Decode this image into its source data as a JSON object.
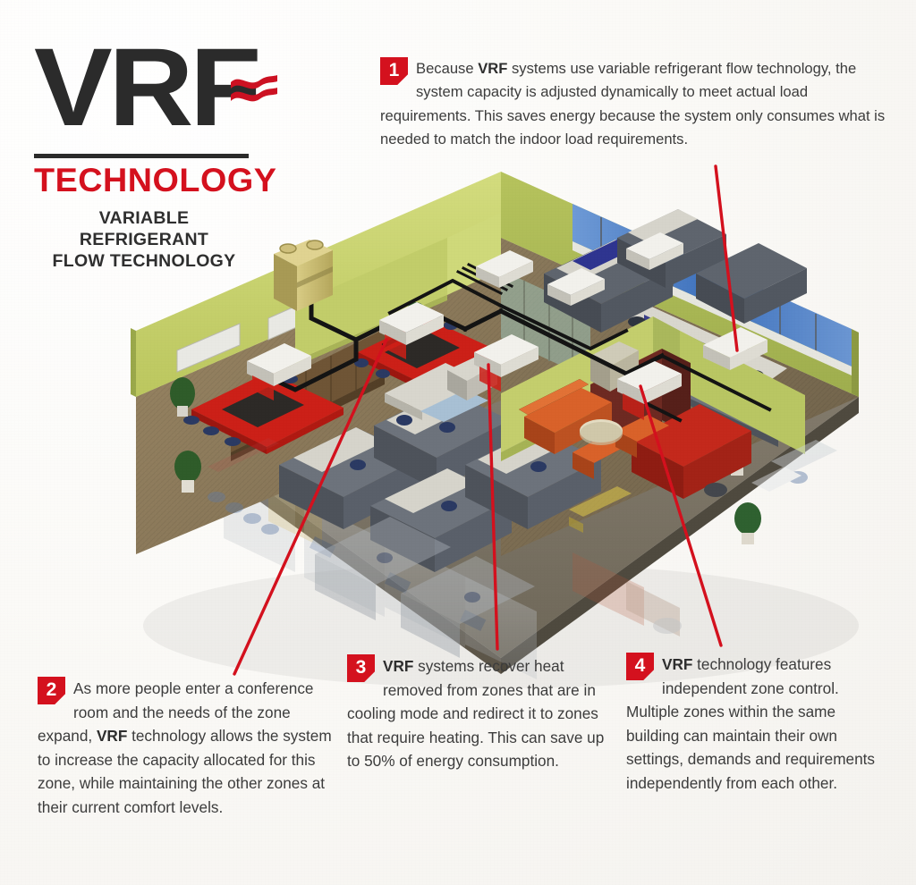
{
  "document": {
    "type": "infographic",
    "title": "VRF Technology",
    "background_color": "#fbfaf8"
  },
  "logo": {
    "wordmark": "VRF",
    "wave_icon": "flow-waves-icon",
    "technology_label": "TECHNOLOGY",
    "subtitle_line1": "VARIABLE REFRIGERANT",
    "subtitle_line2": "FLOW TECHNOLOGY",
    "colors": {
      "wordmark": "#2b2b2b",
      "technology": "#d4111e",
      "subtitle": "#2f2f2f",
      "wave": "#cc1122"
    }
  },
  "callouts": [
    {
      "number": "1",
      "text": "Because VRF systems use variable refrigerant flow technology, the system capacity is adjusted dynamically to meet actual load requirements. This saves energy because the system only consumes what is needed to match the indoor load requirements.",
      "bold_terms": [
        "VRF"
      ],
      "position": "top-right",
      "leader_target": "indoor-unit-open-office-right"
    },
    {
      "number": "2",
      "text": "As more people enter a conference room and the needs of the zone expand, VRF technology allows the system to increase the capacity allocated for this zone, while maintaining the other zones at their current comfort levels.",
      "bold_terms": [
        "VRF"
      ],
      "position": "bottom-left",
      "leader_target": "indoor-unit-conference-room-center"
    },
    {
      "number": "3",
      "text": "VRF systems recover heat removed from zones that are in cooling mode and redirect it to zones that require heating. This can save up to 50% of energy consumption.",
      "bold_terms": [
        "VRF"
      ],
      "position": "bottom-center",
      "leader_target": "indoor-unit-corridor"
    },
    {
      "number": "4",
      "text": "VRF technology features independent zone control. Multiple zones within the same building can maintain their own settings, demands and requirements independently from each other.",
      "bold_terms": [
        "VRF"
      ],
      "position": "bottom-right",
      "leader_target": "indoor-unit-executive-office"
    }
  ],
  "illustration": {
    "name": "cutaway-office-building-isometric",
    "description": "Isometric cutaway of a two-zone office floor showing VRF refrigerant piping from a rooftop outdoor condensing unit to multiple ceiling-mounted indoor units.",
    "outdoor_unit": {
      "name": "outdoor-condensing-unit",
      "color": "#c9b96a",
      "fans": 2
    },
    "rooms": [
      {
        "name": "conference-room-left",
        "table_color": "#cc2018",
        "features": [
          "whiteboard",
          "potted-plant",
          "wood-credenza"
        ]
      },
      {
        "name": "conference-room-center",
        "table_color": "#cc2018",
        "features": [
          "whiteboard",
          "potted-plant"
        ]
      },
      {
        "name": "open-plan-cubicles",
        "partition_color": "#5a5f68",
        "features": [
          "workstations",
          "task-chairs"
        ]
      },
      {
        "name": "executive-office-right",
        "features": [
          "orange-sofa",
          "lounge-chairs",
          "red-desk",
          "bookcase",
          "potted-plant"
        ]
      },
      {
        "name": "open-office-window-row",
        "features": [
          "benching-desks",
          "window-glazing"
        ]
      }
    ],
    "indoor_units_count": 8,
    "colors": {
      "wall_green": "#c6d06b",
      "wall_green_shade": "#aab85c",
      "floor_wood": "#8e7a5c",
      "floor_shadow": "#7d7465",
      "cubicle_grey": "#5b6069",
      "glass_blue": "#4f7fc4",
      "pipe_black": "#141414",
      "leader_red": "#d4111e",
      "accent_orange": "#d9622a",
      "wood_brown": "#6f5536"
    }
  }
}
